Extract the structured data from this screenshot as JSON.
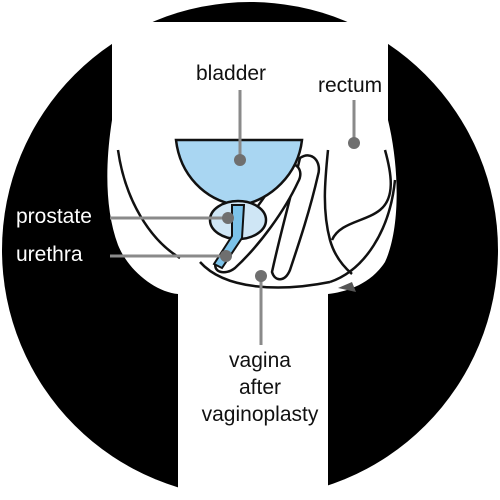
{
  "labels": {
    "bladder": "bladder",
    "rectum": "rectum",
    "prostate": "prostate",
    "urethra": "urethra",
    "vagina_line1": "vagina",
    "vagina_line2": "after",
    "vagina_line3": "vaginoplasty"
  },
  "colors": {
    "background_disc": "#000000",
    "body_region": "#ffffff",
    "outline": "#111111",
    "bladder_fill": "#a9d6f2",
    "urine_fill": "#7cc3ea",
    "prostate_fill": "#cfe6f5",
    "leader_line": "#8a8a8a"
  }
}
